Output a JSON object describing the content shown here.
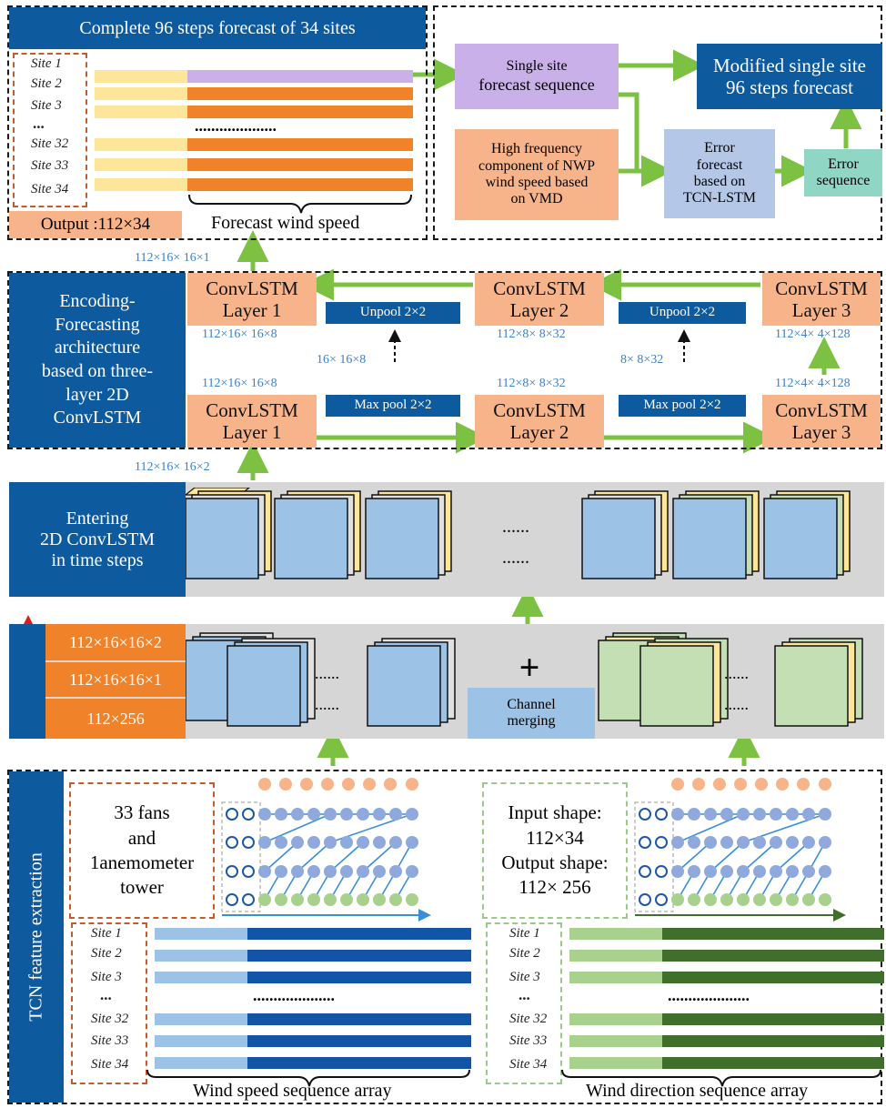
{
  "top": {
    "title": "Complete 96 steps forecast of 34 sites",
    "sites": [
      "Site 1",
      "Site 2",
      "Site 3",
      "...",
      "Site 32",
      "Site 33",
      "Site 34"
    ],
    "output_label": "Output :112×34",
    "forecast_label": "Forecast wind speed",
    "dots": "...................."
  },
  "correction": {
    "single_site_line1": "Single site",
    "single_site_line2": "forecast sequence",
    "modified_line1": "Modified single site",
    "modified_line2": "96 steps forecast",
    "hf_line1": "High frequency",
    "hf_line2": "component of NWP",
    "hf_line3": "wind speed based",
    "hf_line4": "on VMD",
    "err_line1": "Error",
    "err_line2": "forecast",
    "err_line3": "based on",
    "err_line4": "TCN-LSTM",
    "errseq_line1": "Error",
    "errseq_line2": "sequence"
  },
  "encoding": {
    "side_line1": "Encoding-",
    "side_line2": "Forecasting",
    "side_line3": "architecture",
    "side_line4": "based on three-",
    "side_line5": "layer 2D",
    "side_line6": "ConvLSTM",
    "conv_name": "ConvLSTM",
    "layer1": "Layer 1",
    "layer2": "Layer 2",
    "layer3": "Layer 3",
    "unpool": "Unpool 2×2",
    "maxpool": "Max pool 2×2",
    "dim_out": "112×16× 16×1",
    "dim_in": "112×16× 16×2",
    "dim_f1": "112×16× 16×8",
    "dim_f2": "112×8× 8×32",
    "dim_f3": "112×4× 4×128",
    "dim_e1": "112×16× 16×8",
    "dim_e2": "112×8× 8×32",
    "dim_e3": "112×4× 4×128",
    "dim_up1": "16× 16×8",
    "dim_up2": "8× 8×32"
  },
  "entering": {
    "line1": "Entering",
    "line2": "2D ConvLSTM",
    "line3": "in time steps",
    "dots": "......"
  },
  "merge": {
    "shape1": "112×16×16×2",
    "shape2": "112×16×16×1",
    "shape3": "112×256",
    "plus": "+",
    "channel_line1": "Channel",
    "channel_line2": "merging",
    "dots": "......"
  },
  "tcn": {
    "side_label": "TCN feature extraction",
    "fans_line1": "33 fans",
    "fans_line2": "and",
    "fans_line3": "1anemometer",
    "fans_line4": "tower",
    "shape_line1": "Input shape:",
    "shape_line2": "112×34",
    "shape_line3": "Output shape:",
    "shape_line4": "112× 256",
    "sites": [
      "Site 1",
      "Site 2",
      "Site 3",
      "...",
      "Site 32",
      "Site 33",
      "Site 34"
    ],
    "speed_label": "Wind speed sequence array",
    "direction_label": "Wind direction sequence array",
    "dots": "...................."
  },
  "colors": {
    "navy": "#0d5a9e",
    "convlstm": "#f7b48a",
    "orange": "#f0822a",
    "green_arrow": "#7cc142",
    "light_blue": "#9cc2e5",
    "light_green": "#c5dfb4",
    "yellow": "#fde599",
    "purple": "#c9b0e8",
    "teal": "#8fd6c4",
    "dark_blue_bar": "#1255a8",
    "dark_green_bar": "#3f6f2a"
  }
}
